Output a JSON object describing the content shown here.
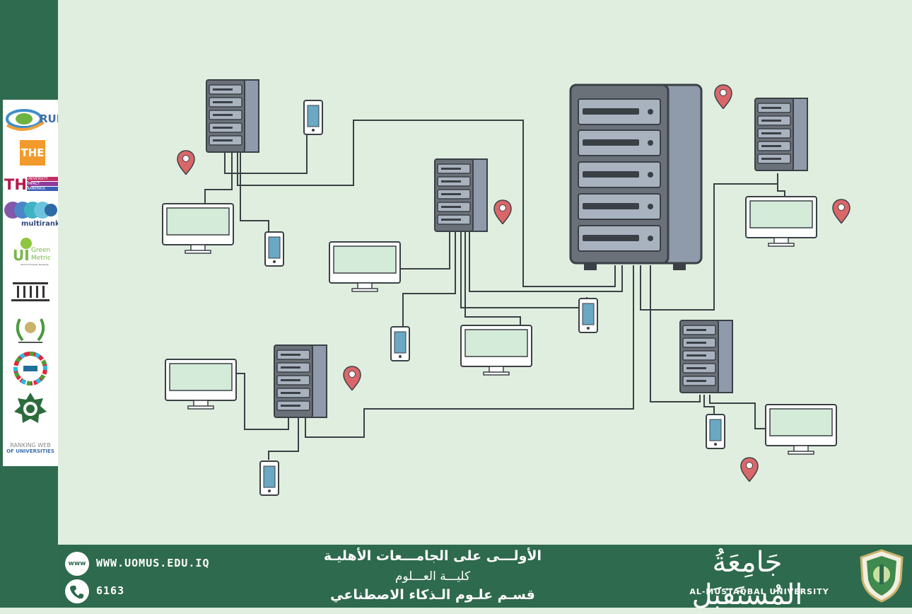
{
  "logos": {
    "rur": "RUR",
    "the": "THE",
    "the_impact": [
      "UNIVERSITY",
      "IMPACT",
      "RANKINGS"
    ],
    "multirank": "multirank",
    "greenmetric_ui": "UI",
    "greenmetric": [
      "Green",
      "Metric"
    ],
    "greenmetric_sub": "World University Rankings",
    "webometrics": [
      "RANKING WEB",
      "OF UNIVERSITIES"
    ]
  },
  "footer": {
    "website": "WWW.UOMUS.EDU.IQ",
    "website_icon": "www",
    "phone": "6163",
    "tagline_ar": "الأولـــى على الجامـــعات الأهليـة",
    "college_ar": "كليـــة العـــلوم",
    "department_ar": "قسـم علـوم الـذكاء الاصطناعي",
    "university_ar": "جَامِعَةُ المُستَقبَل",
    "university_en": "AL-MUSTAQBAL UNIVERSITY"
  },
  "colors": {
    "background": "#e0eedf",
    "sidebar": "#2f6b4f",
    "footer": "#2e6a4d",
    "server_front": "#6b7178",
    "server_side": "#8f9bab",
    "pin": "#d9676a",
    "screen": "#d3ebd8"
  }
}
